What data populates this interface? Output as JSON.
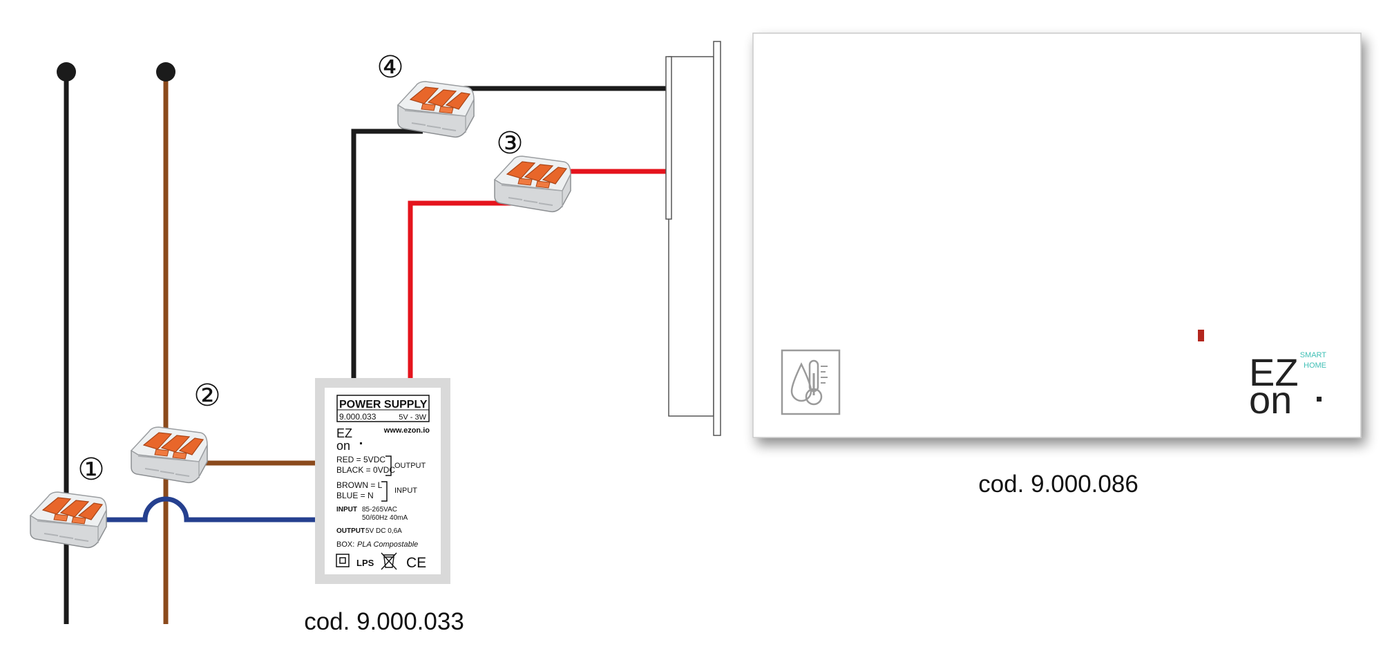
{
  "connector_numbers": [
    "①",
    "②",
    "③",
    "④"
  ],
  "power_supply": {
    "title": "POWER SUPPLY",
    "code_small": "9.000.033",
    "rating": "5V - 3W",
    "brand_top": "EZ",
    "brand_bottom": "on",
    "website": "www.ezon.io",
    "output_lines": [
      "RED = 5VDC",
      "BLACK = 0VDC"
    ],
    "output_label": "OUTPUT",
    "input_lines": [
      "BROWN = L",
      "BLUE = N"
    ],
    "input_label": "INPUT",
    "input_spec_label": "INPUT",
    "input_spec_value": "85-265VAC",
    "input_spec_line2": "50/60Hz  40mA",
    "output_spec_label": "OUTPUT",
    "output_spec_value": "5V DC 0,6A",
    "box_label": "BOX:",
    "box_value": "PLA Compostable",
    "lps_mark": "LPS",
    "ce_mark": "CE"
  },
  "device": {
    "brand_top": "EZ",
    "brand_bottom": "on",
    "smart_line1": "SMART",
    "smart_line2": "HOME"
  },
  "captions": {
    "power_supply_code": "cod. 9.000.033",
    "device_code": "cod. 9.000.086"
  },
  "colors": {
    "wire_black": "#1b1b1b",
    "wire_brown": "#8b4a1c",
    "wire_blue": "#25408f",
    "wire_red": "#e5141d",
    "connector_orange": "#e8662a",
    "smart_teal": "#3fbfb5",
    "led_red": "#b3261e"
  }
}
